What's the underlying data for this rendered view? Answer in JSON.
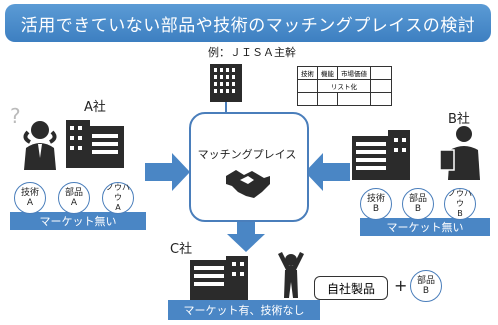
{
  "title": "活用できていない部品や技術のマッチングプレイスの検討",
  "jisa_label": "例：ＪＩＳＡ主幹",
  "table": {
    "headers": [
      "技術",
      "機能",
      "市場価値"
    ],
    "list_label": "リスト化"
  },
  "hub_label": "マッチングプレイス",
  "company_a": {
    "name": "A社",
    "items": [
      {
        "label": "技術",
        "sub": "A"
      },
      {
        "label": "部品",
        "sub": "A"
      },
      {
        "label": "ノウハウ",
        "sub": "A"
      }
    ],
    "band": "マーケット無い"
  },
  "company_b": {
    "name": "B社",
    "items": [
      {
        "label": "技術",
        "sub": "B"
      },
      {
        "label": "部品",
        "sub": "B"
      },
      {
        "label": "ノウハウ",
        "sub": "B"
      }
    ],
    "band": "マーケット無い"
  },
  "company_c": {
    "name": "C社",
    "band": "マーケット有、技術なし",
    "product": "自社製品",
    "plus": "+",
    "part": {
      "label": "部品",
      "sub": "B"
    }
  },
  "question_mark": "?",
  "colors": {
    "accent": "#4a86c5",
    "title": "#3d7fc1",
    "building": "#2b2b2b"
  }
}
